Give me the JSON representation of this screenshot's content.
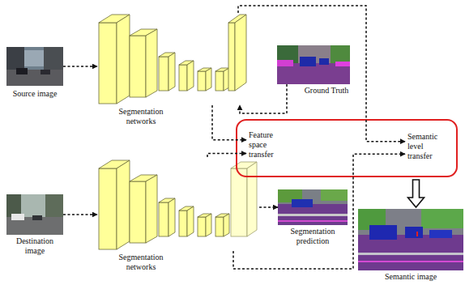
{
  "diagram": {
    "nodes": [
      {
        "text": [
          "Source image"
        ]
      },
      {
        "text": [
          "Segmentation networks"
        ]
      },
      {
        "text": [
          "Ground Truth"
        ]
      },
      {
        "text": [
          "Feature space transfer"
        ]
      },
      {
        "text": [
          "Semantic level transfer"
        ]
      },
      {
        "text": [
          "Destination image"
        ]
      },
      {
        "text": [
          "Segmentation networks"
        ]
      },
      {
        "text": [
          "Segmentation prediction"
        ]
      },
      {
        "text": [
          "Semantic image"
        ]
      }
    ],
    "edges": [
      {
        "from": 0,
        "to": 1,
        "arrow": "to"
      },
      {
        "from": 2,
        "to": 1,
        "arrow": "to"
      },
      {
        "from": 1,
        "to": 3,
        "arrow": "to"
      },
      {
        "from": 1,
        "to": 4,
        "arrow": "to"
      },
      {
        "from": 5,
        "to": 6,
        "arrow": "to"
      },
      {
        "from": 6,
        "to": 3,
        "arrow": "to"
      },
      {
        "from": 6,
        "to": 7,
        "arrow": "to"
      },
      {
        "from": 6,
        "to": 4,
        "arrow": "to"
      },
      {
        "from": 4,
        "to": 8,
        "arrow": "to"
      }
    ]
  }
}
